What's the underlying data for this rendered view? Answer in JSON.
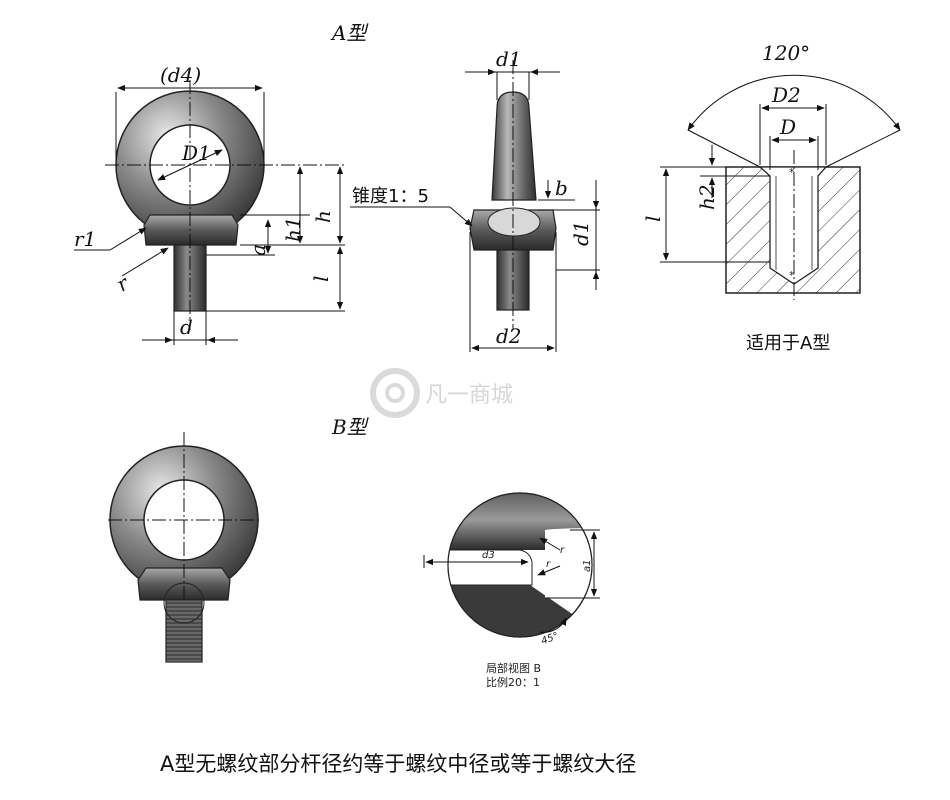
{
  "titles": {
    "type_a": "A型",
    "type_b": "B型",
    "applies_to": "适用于A型",
    "footnote": "A型无螺纹部分杆径约等于螺纹中径或等于螺纹大径"
  },
  "front_view_a": {
    "d4": "(d4)",
    "D1": "D1",
    "h": "h",
    "h1": "h1",
    "a": "a",
    "l": "l",
    "d": "d",
    "r1": "r1",
    "r": "r"
  },
  "side_view_a": {
    "d1_top": "d1",
    "b": "b",
    "d1_right": "d1",
    "d2": "d2",
    "taper": "锥度1：5"
  },
  "hole_view": {
    "angle": "120°",
    "D2": "D2",
    "D": "D",
    "h2": "h2",
    "l": "l"
  },
  "detail_view": {
    "d3": "d3",
    "r_top": "r",
    "r_bottom": "r",
    "a1": "a1",
    "angle": "45°",
    "caption_line1": "局部视图 B",
    "caption_line2": "比例20：1"
  },
  "watermark": "凡一商城",
  "colors": {
    "metal_dark": "#3c3c3c",
    "metal_mid": "#7a7a7a",
    "metal_light": "#cfcfcf",
    "line": "#111111",
    "hatch": "#333333"
  }
}
